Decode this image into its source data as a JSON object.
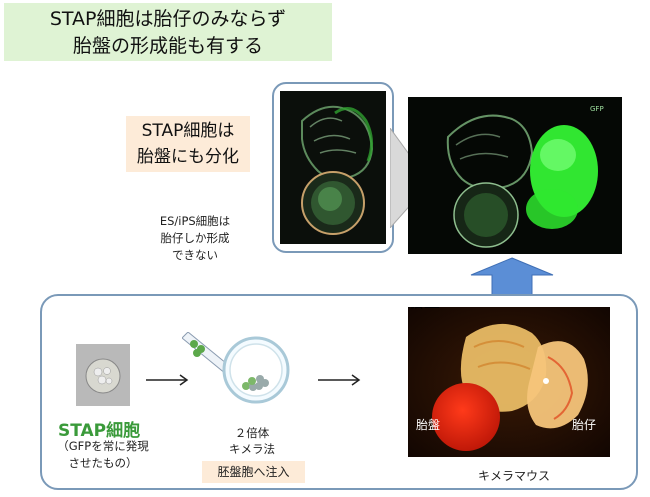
{
  "title": {
    "line1": "STAP細胞は胎仔のみならず",
    "line2": "胎盤の形成能も有する"
  },
  "top_panel": {
    "note_line1": "STAP細胞は",
    "note_line2": "胎盤にも分化",
    "gfp_label": "GFP",
    "es_note_line1": "ES/iPS細胞は",
    "es_note_line2": "胎仔しか形成",
    "es_note_line3": "できない"
  },
  "bottom_panel": {
    "stap_label": "STAP細胞",
    "gfp_note_line1": "（GFPを常に発現",
    "gfp_note_line2": "させたもの）",
    "method_line1": "２倍体",
    "method_line2": "キメラ法",
    "inject_label": "胚盤胞へ注入",
    "placenta_label": "胎盤",
    "fetus_label": "胎仔",
    "chimera_caption": "キメラマウス"
  },
  "colors": {
    "banner_bg": "#dff3d4",
    "note_bg": "#fdebd8",
    "panel_border": "#7a99b8",
    "arrow_blue": "#5b8ed6",
    "stap_green": "#3a9a3a",
    "gfp_green": "#3aff3a"
  }
}
